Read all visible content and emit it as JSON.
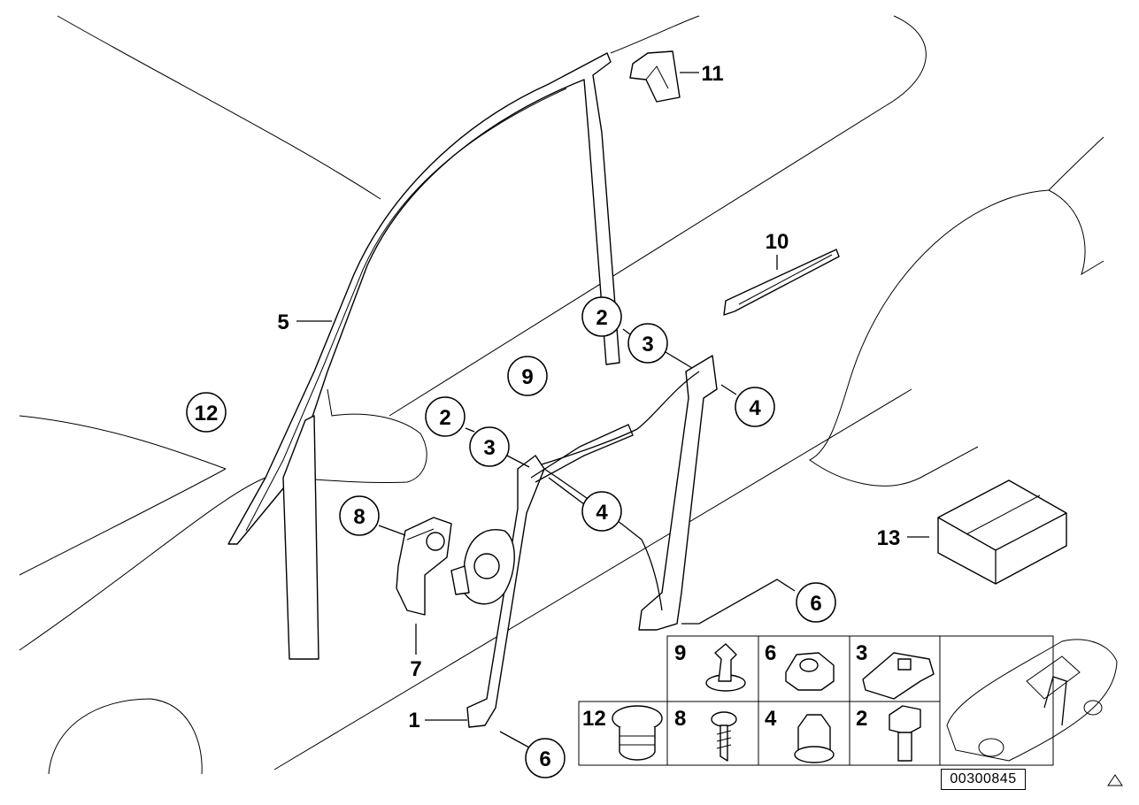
{
  "callouts": {
    "c1": "1",
    "c2a": "2",
    "c2b": "2",
    "c3a": "3",
    "c3b": "3",
    "c4a": "4",
    "c4b": "4",
    "c5": "5",
    "c6a": "6",
    "c6b": "6",
    "c7": "7",
    "c8": "8",
    "c9": "9",
    "c10": "10",
    "c11": "11",
    "c12": "12",
    "c13": "13"
  },
  "parts_grid": {
    "top_row": [
      "9",
      "6",
      "3"
    ],
    "bottom_row": [
      "12",
      "8",
      "4",
      "2"
    ]
  },
  "catalog_number": "00300845",
  "icons": [
    "warning-triangle-icon",
    "car-thumbnail-icon"
  ]
}
